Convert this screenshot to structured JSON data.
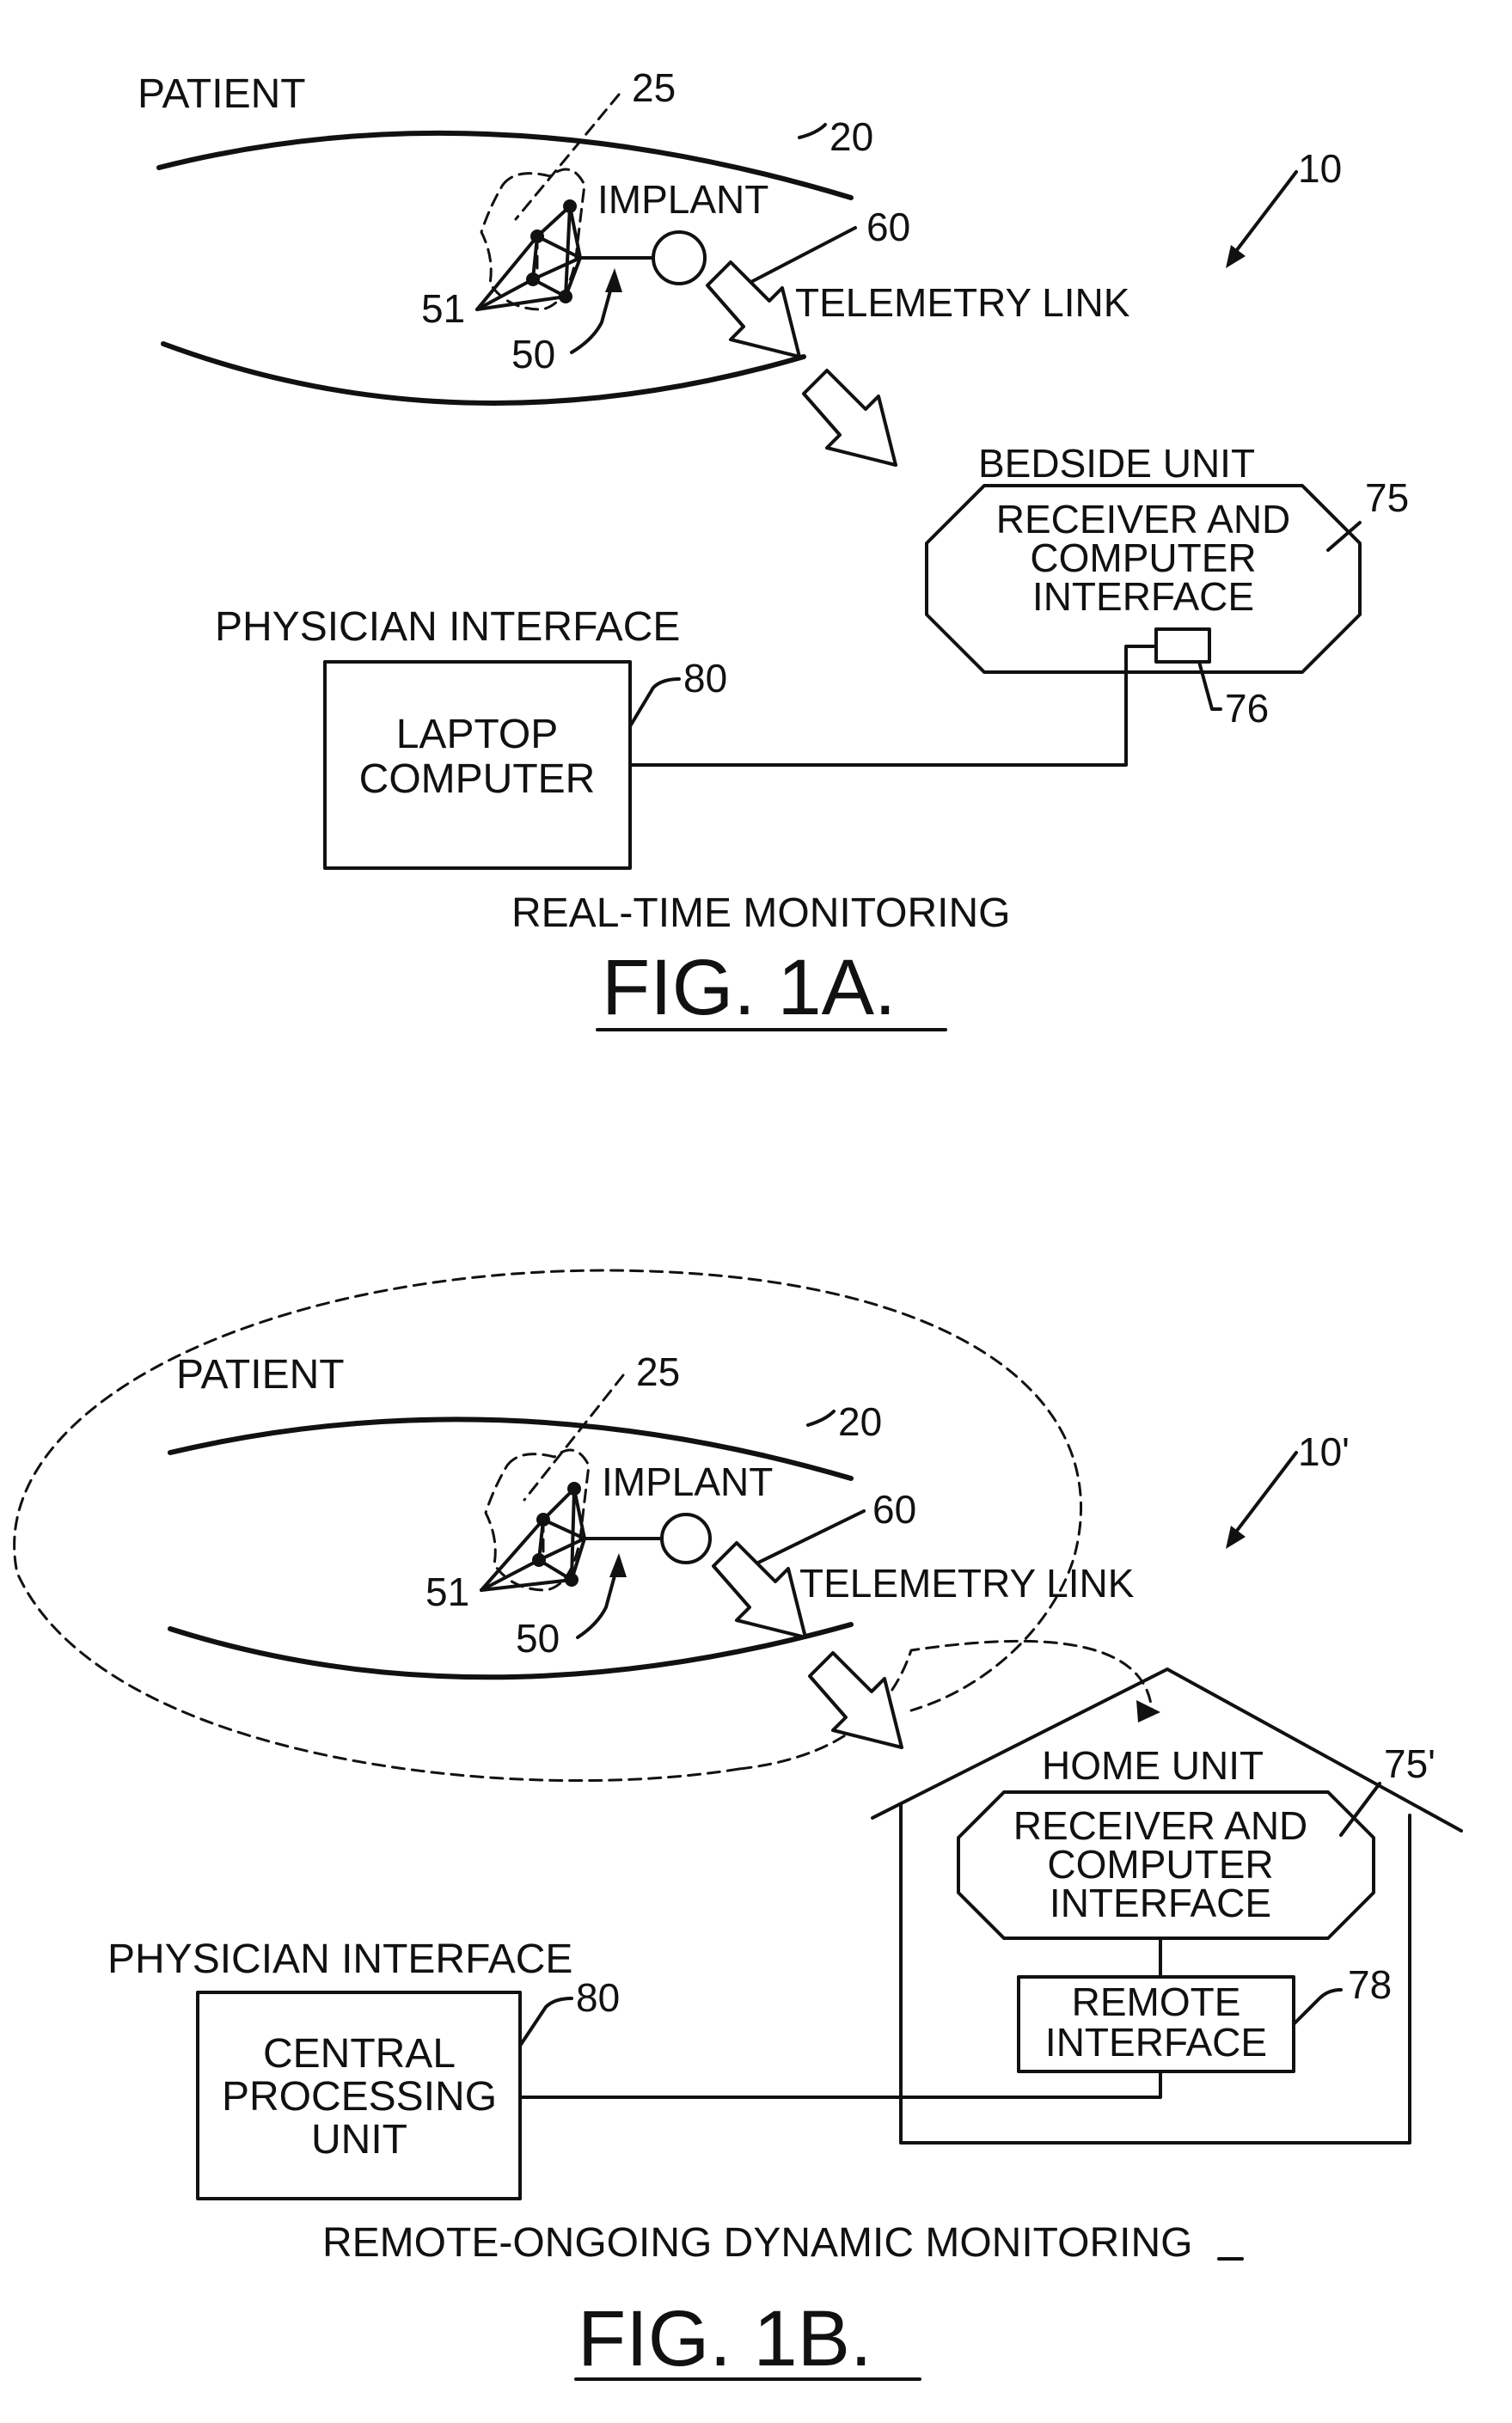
{
  "fig1a": {
    "patient_label": "PATIENT",
    "ref_25": "25",
    "ref_20": "20",
    "ref_10": "10",
    "implant_label": "IMPLANT",
    "ref_60": "60",
    "telemetry_label": "TELEMETRY LINK",
    "ref_51": "51",
    "ref_50": "50",
    "bedside_label": "BEDSIDE UNIT",
    "ref_75": "75",
    "receiver_lines": [
      "RECEIVER AND",
      "COMPUTER",
      "INTERFACE"
    ],
    "ref_76": "76",
    "physician_label": "PHYSICIAN INTERFACE",
    "ref_80": "80",
    "laptop_lines": [
      "LAPTOP",
      "COMPUTER"
    ],
    "caption": "REAL-TIME MONITORING",
    "title": "FIG. 1A."
  },
  "fig1b": {
    "patient_label": "PATIENT",
    "ref_25": "25",
    "ref_20": "20",
    "ref_10": "10'",
    "implant_label": "IMPLANT",
    "ref_60": "60",
    "telemetry_label": "TELEMETRY LINK",
    "ref_51": "51",
    "ref_50": "50",
    "home_label": "HOME UNIT",
    "ref_75": "75'",
    "receiver_lines": [
      "RECEIVER AND",
      "COMPUTER",
      "INTERFACE"
    ],
    "remote_lines": [
      "REMOTE",
      "INTERFACE"
    ],
    "ref_78": "78",
    "physician_label": "PHYSICIAN INTERFACE",
    "ref_80": "80",
    "cpu_lines": [
      "CENTRAL",
      "PROCESSING",
      "UNIT"
    ],
    "caption": "REMOTE-ONGOING DYNAMIC MONITORING",
    "title": "FIG. 1B."
  }
}
